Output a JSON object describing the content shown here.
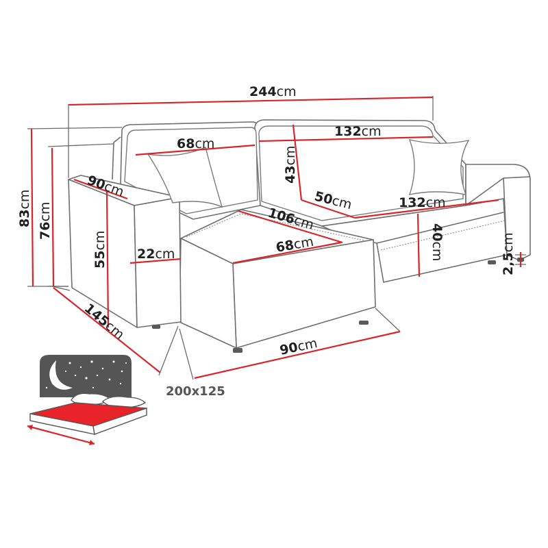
{
  "dimensions": {
    "total_width": "244",
    "total_height": "83",
    "armrest_height": "76",
    "chaise_armrest_depth": "90",
    "backrest_width_left": "68",
    "backrest_width_right": "132",
    "backrest_height": "43",
    "seat_depth": "50",
    "seat_width_right": "132",
    "chaise_length": "106",
    "chaise_seat_width": "68",
    "armrest_width": "22",
    "seat_height_left": "55",
    "seat_height_right": "40",
    "leg_height": "2,5",
    "side_depth": "145",
    "chaise_front_width": "90"
  },
  "unit": "cm",
  "bed_size": "200x125",
  "colors": {
    "dimension_line": "#d7262b",
    "outline": "#6e6e6e",
    "night_icon": "#555555",
    "bed_surface": "#e8232a"
  },
  "icons": [
    "night-sleep-icon",
    "moon-icon",
    "stars-icon",
    "pillow-icon",
    "bed-mattress-icon"
  ]
}
